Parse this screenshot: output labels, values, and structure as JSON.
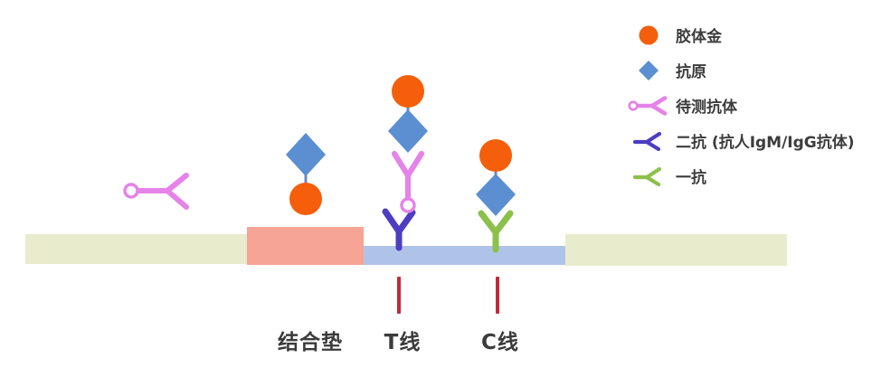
{
  "strip": {
    "conjugate_pad_label": "结合垫",
    "t_line_label": "T线",
    "c_line_label": "C线"
  },
  "legend": {
    "items": [
      {
        "icon": "colloidal-gold-icon",
        "label": "胶体金"
      },
      {
        "icon": "antigen-icon",
        "label": "抗原"
      },
      {
        "icon": "test-antibody-icon",
        "label": "待测抗体"
      },
      {
        "icon": "secondary-antibody-icon",
        "label": "二抗 (抗人IgM/IgG抗体)"
      },
      {
        "icon": "primary-antibody-icon",
        "label": "一抗"
      }
    ]
  },
  "colors": {
    "colloidal_gold": "#F55E0B",
    "antigen": "#5B8FD1",
    "test_antibody": "#E583E8",
    "secondary_antibody": "#4C3DC2",
    "primary_antibody": "#8CC04B",
    "strip_backing": "#E9ECCC",
    "conjugate_pad": "#F5A496",
    "membrane": "#AFC3E9",
    "line_mark": "#C3293A",
    "label_text": "#3B3B3B",
    "connector": "#6E87BE"
  }
}
